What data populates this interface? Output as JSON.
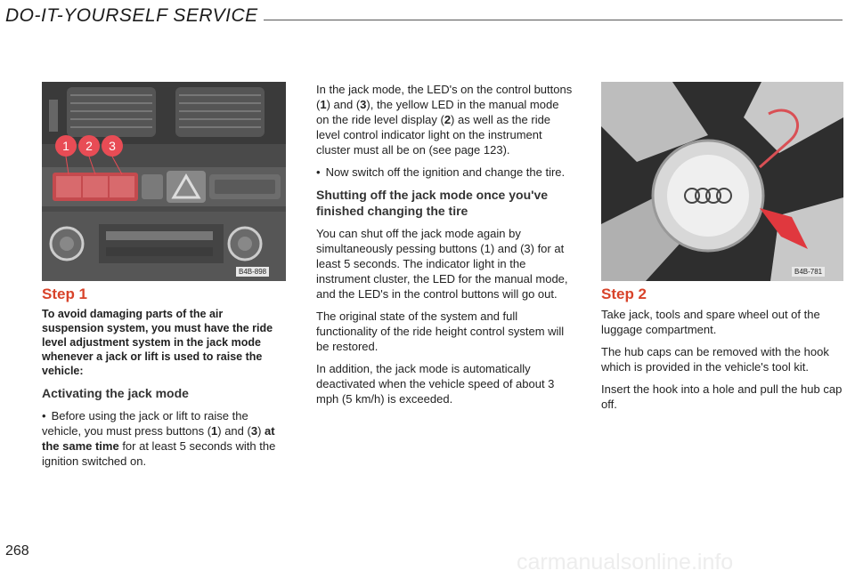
{
  "header": {
    "title": "DO-IT-YOURSELF SERVICE"
  },
  "figures": {
    "fig1": {
      "label": "B4B-898",
      "buttons": [
        "1",
        "2",
        "3"
      ]
    },
    "fig2": {
      "label": "B4B-781",
      "logo": "Audi four rings"
    }
  },
  "left": {
    "step": "Step 1",
    "warning": "To avoid damaging parts of the air suspension system, you must have the ride level adjustment system in the jack mode whenever a jack or lift is used to raise the vehicle:",
    "subhead": "Activating the jack mode",
    "bullet_a": "Before using the jack or lift to raise the vehicle, you must press buttons (",
    "bullet_b1": "1",
    "bullet_b2": ") and (",
    "bullet_b3": "3",
    "bullet_b4": ") ",
    "bullet_bold": "at the same time",
    "bullet_c": " for at least 5 seconds with the ignition switched on."
  },
  "middle": {
    "p1_a": "In the jack mode, the LED's on the control buttons (",
    "p1_b1": "1",
    "p1_b2": ") and (",
    "p1_b3": "3",
    "p1_b4": "), the yellow LED in the manual mode on the ride level display (",
    "p1_b5": "2",
    "p1_b6": ") as well as the ride level control indicator light on the instrument cluster must all be on (see page 123).",
    "p2": "Now switch off the ignition and change the tire.",
    "subhead": "Shutting off the jack mode once you've finished changing the tire",
    "p3": "You can shut off the jack mode again by simultaneously pessing buttons (1) and (3) for at least 5 seconds. The indicator light in the instrument cluster, the LED for the manual mode, and the LED's in the control buttons will go out.",
    "p4": "The original state of the system and full functionality of the ride height control system will be restored.",
    "p5": "In addition, the jack mode is automatically deactivated when the vehicle speed of about 3 mph (5 km/h) is exceeded."
  },
  "right": {
    "step": "Step 2",
    "p1": "Take jack, tools and spare wheel out of the luggage compartment.",
    "p2": "The hub caps can be removed with the hook which is provided in the vehicle's tool kit.",
    "p3": "Insert the hook into a hole and pull the hub cap off."
  },
  "footer": {
    "page": "268",
    "watermark": "carmanualsonline.info"
  }
}
